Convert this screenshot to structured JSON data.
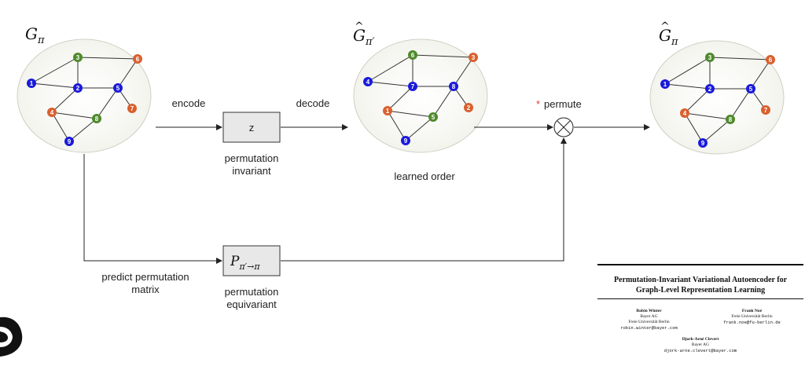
{
  "colors": {
    "blue": "#1a1adb",
    "green": "#4f8a2c",
    "orange": "#d9602e",
    "panel": "#e8e8e8",
    "star": "#e04040"
  },
  "graphs": {
    "input": {
      "label": "G",
      "sub": "π",
      "hat": false,
      "nodes": [
        {
          "id": "1",
          "c": "blue"
        },
        {
          "id": "2",
          "c": "blue"
        },
        {
          "id": "3",
          "c": "green"
        },
        {
          "id": "6",
          "c": "orange"
        },
        {
          "id": "5",
          "c": "blue"
        },
        {
          "id": "7",
          "c": "orange"
        },
        {
          "id": "4",
          "c": "orange"
        },
        {
          "id": "8",
          "c": "green"
        },
        {
          "id": "9",
          "c": "blue"
        }
      ]
    },
    "reordered": {
      "label": "G",
      "sub": "π′",
      "hat": true,
      "nodes": [
        {
          "id": "4",
          "c": "blue"
        },
        {
          "id": "7",
          "c": "blue"
        },
        {
          "id": "6",
          "c": "green"
        },
        {
          "id": "3",
          "c": "orange"
        },
        {
          "id": "8",
          "c": "blue"
        },
        {
          "id": "2",
          "c": "orange"
        },
        {
          "id": "1",
          "c": "orange"
        },
        {
          "id": "5",
          "c": "green"
        },
        {
          "id": "9",
          "c": "blue"
        }
      ]
    },
    "output": {
      "label": "G",
      "sub": "π",
      "hat": true,
      "nodes": [
        {
          "id": "1",
          "c": "blue"
        },
        {
          "id": "2",
          "c": "blue"
        },
        {
          "id": "3",
          "c": "green"
        },
        {
          "id": "6",
          "c": "orange"
        },
        {
          "id": "5",
          "c": "blue"
        },
        {
          "id": "7",
          "c": "orange"
        },
        {
          "id": "4",
          "c": "orange"
        },
        {
          "id": "8",
          "c": "green"
        },
        {
          "id": "9",
          "c": "blue"
        }
      ]
    }
  },
  "labels": {
    "encode": "encode",
    "decode": "decode",
    "z": "z",
    "perm_inv_1": "permutation",
    "perm_inv_2": "invariant",
    "learned_order": "learned order",
    "permute_star": "*",
    "permute": "permute",
    "otimes": "⊗",
    "p_main": "P",
    "p_sub": "π′→π",
    "predict_1": "predict permutation",
    "predict_2": "matrix",
    "perm_eq_1": "permutation",
    "perm_eq_2": "equivariant"
  },
  "paper": {
    "title_line1": "Permutation-Invariant Variational Autoencoder for",
    "title_line2": "Graph-Level Representation Learning",
    "authors": [
      {
        "name": "Robin Winter",
        "lines": [
          "Bayer AG",
          "Freie Universität Berlin"
        ],
        "email": "robin.winter@bayer.com"
      },
      {
        "name": "Frank Noé",
        "lines": [
          "Freie Universität Berlin"
        ],
        "email": "frank.noe@fu-berlin.de"
      }
    ],
    "author3": {
      "name": "Djork-Arné Clevert",
      "lines": [
        "Bayer AG"
      ],
      "email": "djork-arne.clevert@bayer.com"
    }
  }
}
